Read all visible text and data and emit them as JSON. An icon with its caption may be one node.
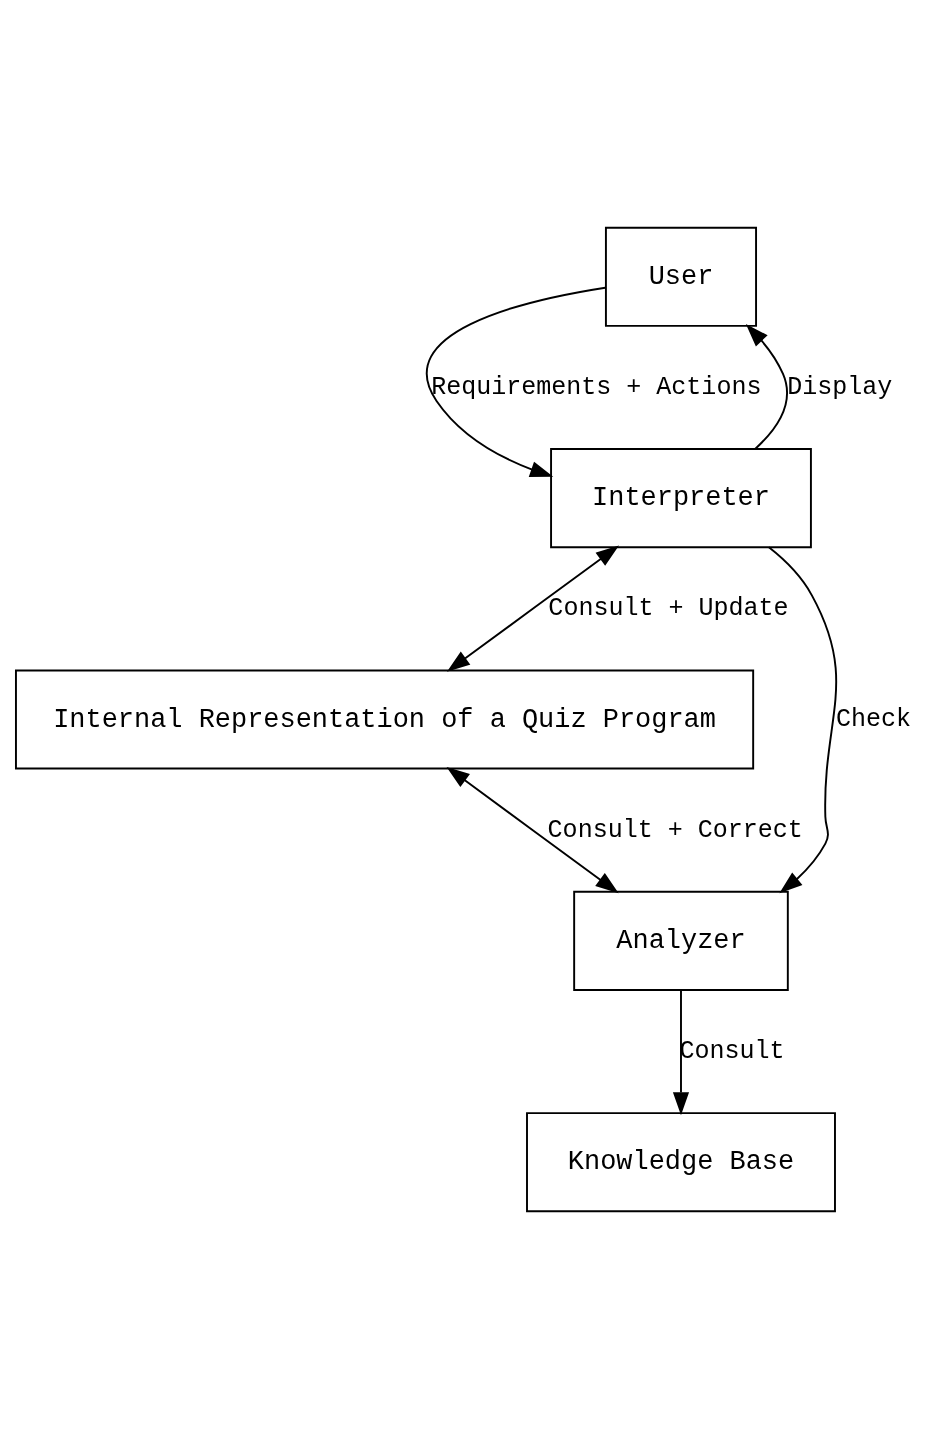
{
  "diagram": {
    "nodes": [
      {
        "text": [
          "User"
        ]
      },
      {
        "text": [
          "Interpreter"
        ]
      },
      {
        "text": [
          "Internal Representation of a Quiz Program"
        ]
      },
      {
        "text": [
          "Analyzer"
        ]
      },
      {
        "text": [
          "Knowledge Base"
        ]
      }
    ],
    "edges": [
      {
        "from": 1,
        "to": 0,
        "arrow": "to",
        "label": "Display"
      },
      {
        "from": 0,
        "to": 1,
        "arrow": "to",
        "label": "Requirements + Actions"
      },
      {
        "from": 1,
        "to": 2,
        "arrow": "both",
        "label": "Consult + Update"
      },
      {
        "from": 1,
        "to": 3,
        "arrow": "to",
        "label": "Check"
      },
      {
        "from": 2,
        "to": 3,
        "arrow": "both",
        "label": "Consult + Correct"
      },
      {
        "from": 3,
        "to": 4,
        "arrow": "to",
        "label": "Consult"
      }
    ]
  }
}
